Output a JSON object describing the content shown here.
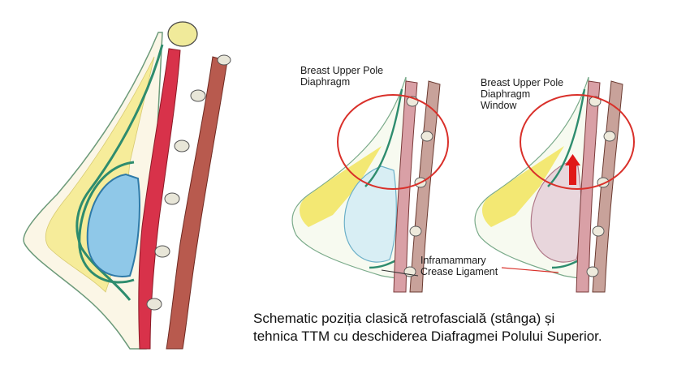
{
  "panel_middle": {
    "label_upper": "Breast Upper Pole\nDiaphragm",
    "label_lower": "Inframammary\nCrease Ligament"
  },
  "panel_right": {
    "label_upper": "Breast Upper Pole\nDiaphragm\nWindow"
  },
  "caption": "Schematic poziția clasică retrofascială (stânga) și\ntehnica TTM cu deschiderea Diafragmei Polului Superior.",
  "colors": {
    "implant": "#8fc8e8",
    "muscle_red": "#d8324a",
    "muscle_brown": "#b85a4e",
    "fascia_green": "#2e8c6e",
    "fat_yellow": "#f2e24a",
    "circle_red": "#d9302a",
    "arrow_red": "#e01818"
  }
}
